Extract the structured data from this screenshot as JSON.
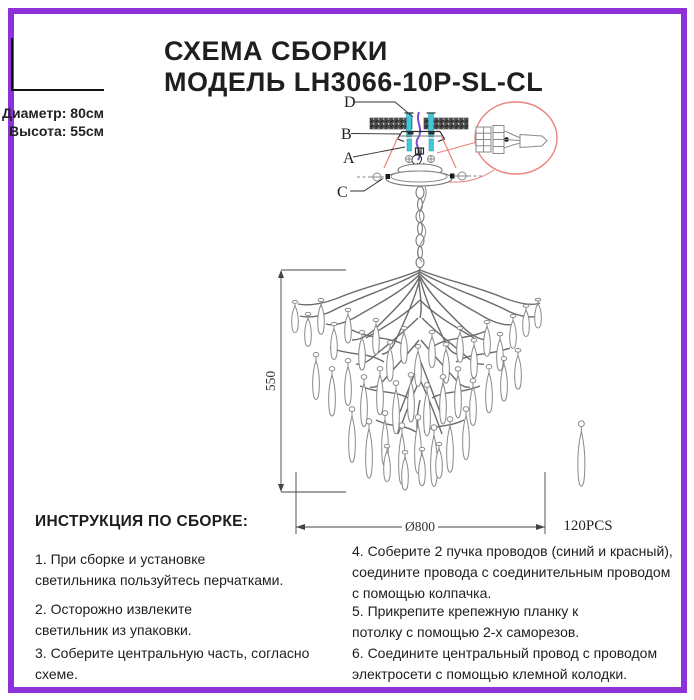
{
  "header": {
    "title_line1": "СХЕМА СБОРКИ",
    "title_line2": "МОДЕЛЬ LH3066-10P-SL-CL",
    "diameter": "Диаметр: 80см",
    "height": "Высота: 55см"
  },
  "diagram": {
    "labels": {
      "d": "D",
      "b": "B",
      "a": "A",
      "c": "C"
    },
    "dimensions": {
      "height": "550",
      "diameter": "Ø800",
      "drops_count": "120PCS"
    }
  },
  "instructions": {
    "heading": "ИНСТРУКЦИЯ ПО СБОРКЕ:",
    "left": [
      "1. При сборке и установке\nсветильника пользуйтесь перчатками.",
      "2. Осторожно извлеките\nсветильник из упаковки.",
      "3. Соберите центральную часть, согласно схеме."
    ],
    "right": [
      "4. Соберите 2 пучка проводов (синий и красный),\nсоедините провода с соединительным проводом\nс помощью колпачка.",
      "5. Прикрепите крепежную планку к\nпотолку с помощью 2-х саморезов.",
      "6. Соедините центральный провод с проводом\nэлектросети с помощью клемной колодки."
    ]
  },
  "colors": {
    "frame_purple": "#8d32d9",
    "screw_cyan": "#3fc8dc",
    "wire_purple": "#7a4bd4",
    "detail_red": "#e8837a",
    "ink": "#1c1c1c"
  }
}
